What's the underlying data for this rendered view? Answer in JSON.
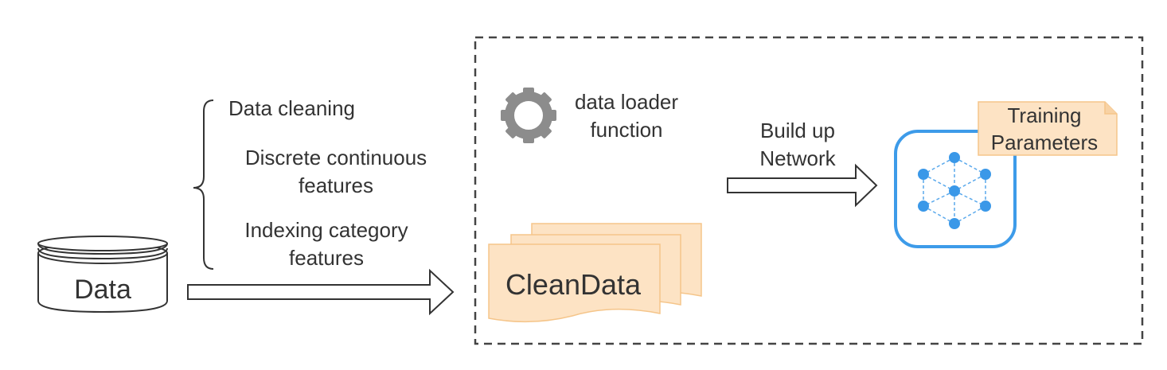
{
  "data_store": {
    "label": "Data"
  },
  "steps": [
    {
      "lines": [
        "Data cleaning"
      ]
    },
    {
      "lines": [
        "Discrete continuous",
        "features"
      ]
    },
    {
      "lines": [
        "Indexing category",
        "features"
      ]
    }
  ],
  "loader": {
    "lines": [
      "data loader",
      "function"
    ]
  },
  "clean_data": {
    "label": "CleanData"
  },
  "build_arrow": {
    "lines": [
      "Build up",
      "Network"
    ]
  },
  "params_note": {
    "lines": [
      "Training",
      "Parameters"
    ]
  },
  "colors": {
    "stroke": "#333333",
    "dash_box": "#444444",
    "doc_fill": "#fde3c4",
    "doc_stroke": "#f5c58a",
    "network_blue": "#3d9be9",
    "node_blue": "#3a98e8",
    "gear": "#8c8c8c"
  }
}
